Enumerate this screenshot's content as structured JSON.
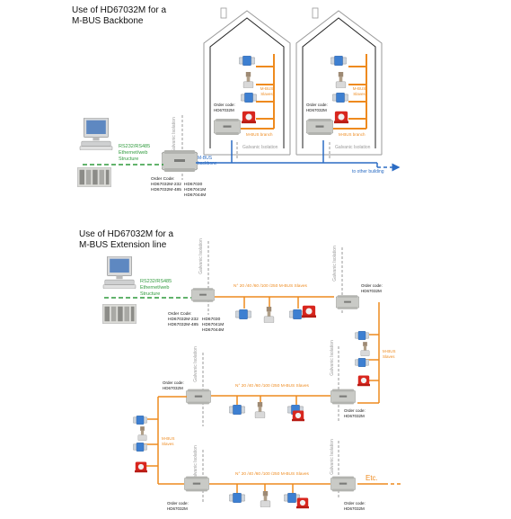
{
  "top_section": {
    "title_line1": "Use of HD67032M  for a",
    "title_line2": "M-BUS  Backbone",
    "interface_label_1": "RS232/RS485",
    "interface_label_2": "Ethernet/web",
    "interface_label_3": "Structure",
    "galvanic_label": "Galvanic Isolation",
    "mbus_backbone_1": "M-BUS",
    "mbus_backbone_2": "backbone",
    "order_code_label": "Order Code:",
    "order_codes_left": [
      "HD67032M-232",
      "HD67032M-485"
    ],
    "order_codes_right": [
      "HD67030",
      "HD67041M",
      "HD67044M"
    ],
    "house_order_code_label": "Order code:",
    "house_order_code_value": "HD67032M",
    "mbus_slaves_1": "M-BUS",
    "mbus_slaves_2": "Slaves",
    "mbus_branch": "M-BUS branch",
    "to_other_building": "to other building"
  },
  "bottom_section": {
    "title_line1": "Use of HD67032M for a",
    "title_line2": "M-BUS Extension line",
    "interface_label_1": "RS232/RS485",
    "interface_label_2": "Ethernet/web",
    "interface_label_3": "Structure",
    "galvanic_label": "Galvanic Isolation",
    "slaves_range": "N° 20 /40 /60 /100 /250 M-BUS Slaves",
    "order_code_label": "Order Code:",
    "order_codes_left": [
      "HD67032M-232",
      "HD67032M-485"
    ],
    "order_codes_right": [
      "HD67030",
      "HD67041M",
      "HD67044M"
    ],
    "small_order_code_label": "Order code:",
    "small_order_code_value": "HD67032M",
    "mbus_slaves_1": "M-BUS",
    "mbus_slaves_2": "Slaves",
    "etc_label": "Etc."
  },
  "colors": {
    "orange": "#ee8a1e",
    "blue": "#2b6cc4",
    "green": "#2f9a3c",
    "gray_line": "#9a9a9a",
    "device_gray": "#c9cac6",
    "meter_blue": "#3d7fd1",
    "valve_red": "#d8261e"
  }
}
